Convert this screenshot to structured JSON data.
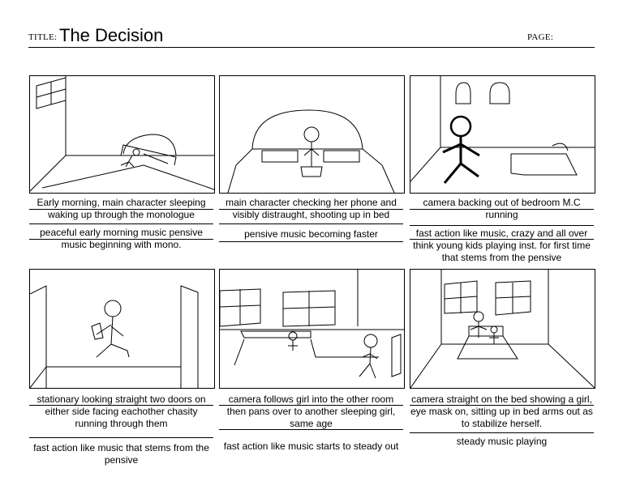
{
  "header": {
    "title_label": "TITLE:",
    "title": "The Decision",
    "page_label": "PAGE:"
  },
  "panels": [
    {
      "description": "Early morning, main character sleeping waking up through the monologue",
      "sound": "peaceful early morning music pensive music beginning with mono."
    },
    {
      "description": "main character checking her phone and visibly distraught, shooting up in bed",
      "sound": "pensive music becoming faster"
    },
    {
      "description": "camera backing out of bedroom M.C running",
      "sound": "fast action like music, crazy and all over think young kids playing inst. for first time that stems from the pensive"
    },
    {
      "description": "stationary looking straight two doors on either side facing eachother chasity running through them",
      "sound": "fast action like music that stems from the pensive"
    },
    {
      "description": "camera follows girl into the other room then pans over to another sleeping girl, same age",
      "sound": "fast action like music starts to steady out"
    },
    {
      "description": "camera straight on the bed showing a girl, eye mask on, sitting up in bed arms out as to stabilize herself.",
      "sound": "steady music playing"
    }
  ]
}
